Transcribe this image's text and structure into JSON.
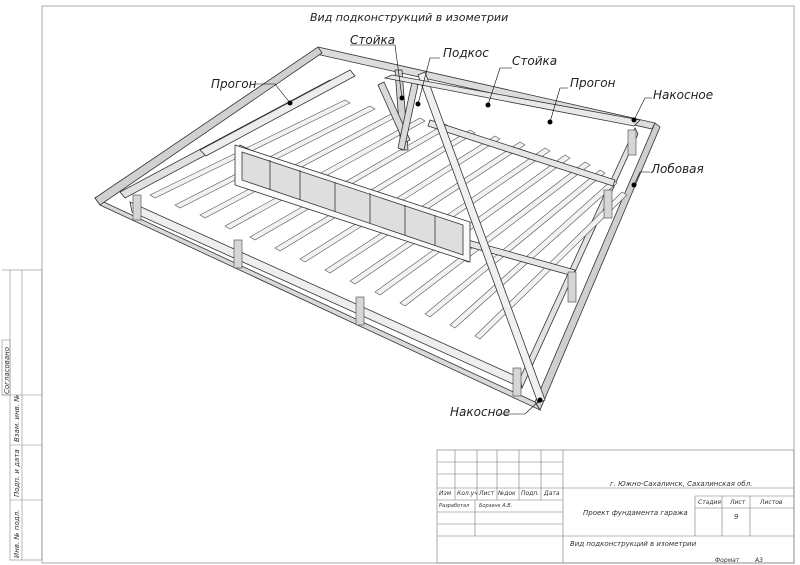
{
  "drawing": {
    "title": "Вид подконструкций в изометрии",
    "callouts": {
      "stoyka_left": "Стойка",
      "podkos": "Подкос",
      "stoyka_right": "Стойка",
      "progon_left": "Прогон",
      "progon_right": "Прогон",
      "nakosnoe_top": "Накосное",
      "lobovaya": "Лобовая",
      "nakosnoe_bottom": "Накосное"
    }
  },
  "title_block": {
    "location": "г. Южно-Сахалинск, Сахалинская обл.",
    "columns": [
      "Изм",
      "Кол.уч",
      "Лист",
      "№док",
      "Подп.",
      "Дата"
    ],
    "developed_label": "Разработал",
    "developer": "Борзенк А.В.",
    "project_name": "Проект фундамента гаража",
    "stage_label": "Стадия",
    "sheet_label": "Лист",
    "sheets_label": "Листов",
    "sheet_number": "9",
    "sheet_title": "Вид подконструкций в изометрии",
    "format_label": "Формат",
    "format_value": "А3"
  },
  "side_stamp": {
    "agreed": "Согласовано",
    "inv_replaced": "Взам. инв. №",
    "sign_date": "Подп. и дата",
    "inv_orig": "Инв. № подл."
  }
}
